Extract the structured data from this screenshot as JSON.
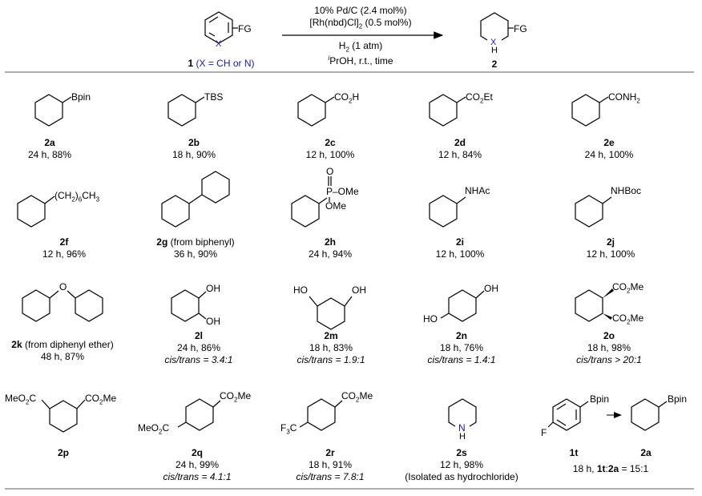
{
  "header": {
    "sm_label": "1",
    "sm_x": "(X = CH or N)",
    "fg": "FG",
    "x": "X",
    "cond1": "10% Pd/C (2.4 mol%)",
    "cond2": "[Rh(nbd)Cl]",
    "cond2_sub": "2",
    "cond2_tail": " (0.5 mol%)",
    "cond3": "H",
    "cond3_sub": "2",
    "cond3_tail": " (1 atm)",
    "cond4_sup": "i",
    "cond4": "PrOH, r.t., time",
    "prod_label": "2",
    "prod_fg": "FG",
    "prod_x": "X",
    "prod_h": "H"
  },
  "entries": [
    {
      "label": "2a",
      "time_yield": "24 h, 88%",
      "substituent": "Bpin"
    },
    {
      "label": "2b",
      "time_yield": "18 h, 90%",
      "substituent": "TBS"
    },
    {
      "label": "2c",
      "time_yield": "12 h, 100%",
      "substituent": "CO2H"
    },
    {
      "label": "2d",
      "time_yield": "12 h, 84%",
      "substituent": "CO2Et"
    },
    {
      "label": "2e",
      "time_yield": "24 h, 100%",
      "substituent": "CONH2"
    },
    {
      "label": "2f",
      "time_yield": "12 h, 96%",
      "substituent": "(CH2)6CH3"
    },
    {
      "label": "2g",
      "note": " (from biphenyl)",
      "time_yield": "36 h, 90%"
    },
    {
      "label": "2h",
      "time_yield": "24 h, 94%",
      "p_top": "O",
      "p_mid": "P",
      "p_ome1": "–OMe",
      "p_ome2": "OMe"
    },
    {
      "label": "2i",
      "time_yield": "12 h, 100%",
      "substituent": "NHAc"
    },
    {
      "label": "2j",
      "time_yield": "12 h, 100%",
      "substituent": "NHBoc"
    },
    {
      "label": "2k",
      "note": " (from diphenyl ether)",
      "time_yield": "48 h, 87%",
      "o": "O"
    },
    {
      "label": "2l",
      "time_yield": "24 h, 86%",
      "ratio": "cis/trans = 3.4:1",
      "oh1": "OH",
      "oh2": "OH"
    },
    {
      "label": "2m",
      "time_yield": "18 h, 83%",
      "ratio": "cis/trans = 1.9:1",
      "ho": "HO",
      "oh": "OH"
    },
    {
      "label": "2n",
      "time_yield": "18 h, 76%",
      "ratio": "cis/trans = 1.4:1",
      "ho": "HO",
      "oh": "OH"
    },
    {
      "label": "2o",
      "time_yield": "18 h, 98%",
      "ratio": "cis/trans > 20:1",
      "s1": "CO2Me",
      "s2": "CO2Me"
    },
    {
      "label": "2p",
      "s1": "MeO2C",
      "s2": "CO2Me"
    },
    {
      "label": "2q",
      "time_yield": "24 h, 99%",
      "ratio": "cis/trans = 4.1:1",
      "s1": "CO2Me",
      "s2": "MeO2C"
    },
    {
      "label": "2r",
      "time_yield": "18 h, 91%",
      "ratio": "cis/trans = 7.8:1",
      "s1": "CO2Me",
      "s2": "F3C"
    },
    {
      "label": "2s",
      "time_yield": "12 h, 98%",
      "note": "(Isolated as hydrochloride)",
      "n": "N",
      "h": "H"
    },
    {
      "label_1t": "1t",
      "label_2a": "2a",
      "time": "18 h, ",
      "ratio_1t": "1t",
      "ratio_colon": ":",
      "ratio_2a": "2a",
      "ratio_val": " = 15:1",
      "f": "F",
      "bpin1": "Bpin",
      "bpin2": "Bpin"
    }
  ],
  "colors": {
    "label_blue": "#1a1aa6",
    "rule": "#7f7f7f"
  }
}
